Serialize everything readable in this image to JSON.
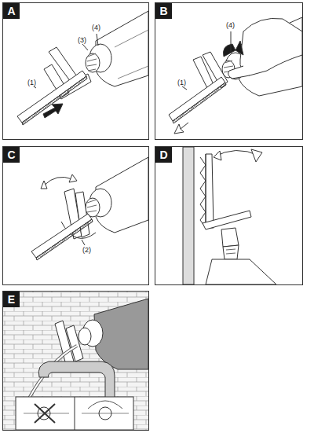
{
  "diagram": {
    "nodes": [
      {
        "text": [
          "A"
        ]
      },
      {
        "text": [
          "B"
        ]
      },
      {
        "text": [
          "C"
        ]
      },
      {
        "text": [
          "D"
        ]
      },
      {
        "text": [
          "E"
        ]
      }
    ],
    "labels": [
      "(1)",
      "(3)",
      "(4)",
      "(4)",
      "(1)",
      "(2)"
    ]
  }
}
